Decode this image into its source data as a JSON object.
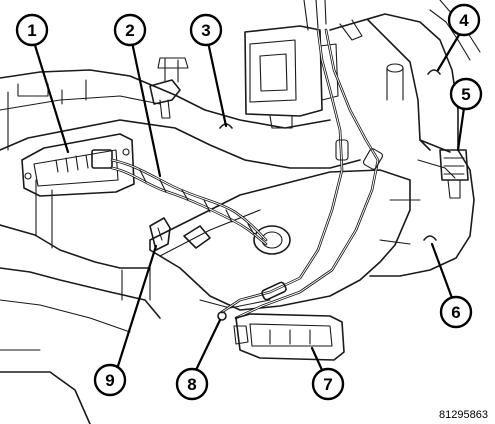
{
  "callouts": [
    {
      "id": 1,
      "label": "1"
    },
    {
      "id": 2,
      "label": "2"
    },
    {
      "id": 3,
      "label": "3"
    },
    {
      "id": 4,
      "label": "4"
    },
    {
      "id": 5,
      "label": "5"
    },
    {
      "id": 6,
      "label": "6"
    },
    {
      "id": 7,
      "label": "7"
    },
    {
      "id": 8,
      "label": "8"
    },
    {
      "id": 9,
      "label": "9"
    }
  ],
  "figure_reference": "81295863"
}
